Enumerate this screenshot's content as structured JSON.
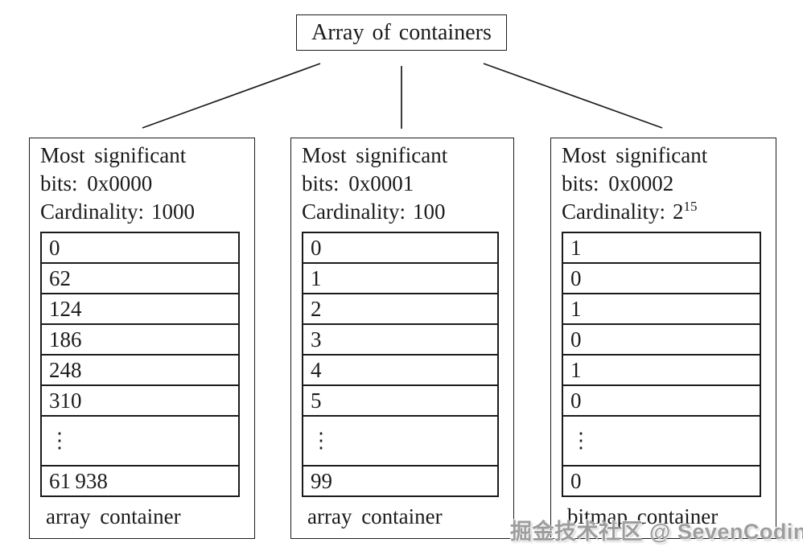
{
  "root": {
    "title": "Array of containers"
  },
  "watermark": "掘金技术社区 @ SevenCoding",
  "colors": {
    "line": "#1b1b1b",
    "watermark": "#9d9d9d",
    "background": "#ffffff"
  },
  "containers": [
    {
      "title_line1": "Most significant",
      "title_line2": "bits: 0x0000",
      "cardinality_label": "Cardinality:",
      "cardinality_value": "1000",
      "cardinality_exponent": "",
      "cells": [
        "0",
        "62",
        "124",
        "186",
        "248",
        "310",
        "⋮",
        "61 938"
      ],
      "footer": "array container"
    },
    {
      "title_line1": "Most significant",
      "title_line2": "bits: 0x0001",
      "cardinality_label": "Cardinality:",
      "cardinality_value": "100",
      "cardinality_exponent": "",
      "cells": [
        "0",
        "1",
        "2",
        "3",
        "4",
        "5",
        "⋮",
        "99"
      ],
      "footer": "array container"
    },
    {
      "title_line1": "Most significant",
      "title_line2": "bits: 0x0002",
      "cardinality_label": "Cardinality:",
      "cardinality_value": "2",
      "cardinality_exponent": "15",
      "cells": [
        "1",
        "0",
        "1",
        "0",
        "1",
        "0",
        "⋮",
        "0"
      ],
      "footer": "bitmap container"
    }
  ]
}
